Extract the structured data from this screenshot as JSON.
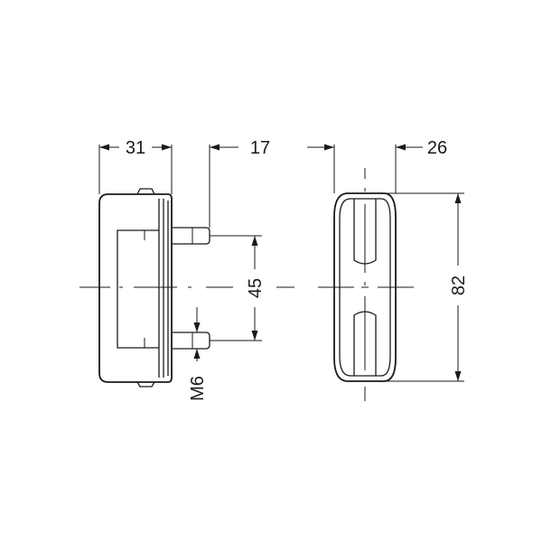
{
  "dimensions": {
    "width_left": "31",
    "pin_length": "17",
    "pin_spacing": "45",
    "thread": "M6",
    "width_right": "26",
    "height": "82"
  }
}
